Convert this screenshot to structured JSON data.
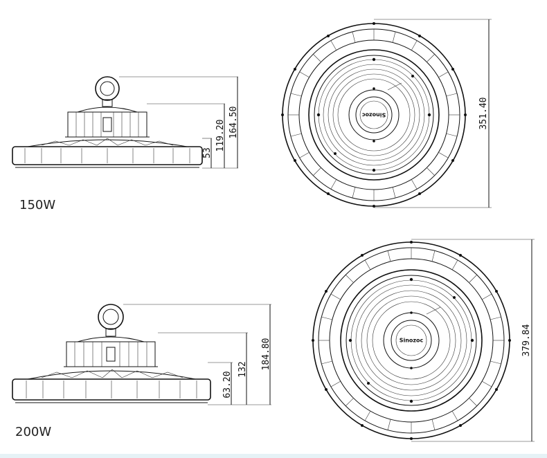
{
  "models": [
    {
      "id": "150w",
      "label": "150W",
      "dimensions": {
        "diameter": "351.40",
        "total_height": "164.50",
        "housing_height": "119.20",
        "base_height": "53"
      },
      "logo": "Sinozoc"
    },
    {
      "id": "200w",
      "label": "200W",
      "dimensions": {
        "diameter": "379.84",
        "total_height": "184.80",
        "housing_height": "132",
        "base_height": "63.20"
      },
      "logo": "Sinozoc"
    }
  ],
  "colors": {
    "line": "#111111",
    "background": "#ffffff",
    "bottom_band": "#e6f2f6"
  },
  "icons": [
    "led-highbay-side-view",
    "led-highbay-top-view",
    "lifting-eye-hook"
  ]
}
